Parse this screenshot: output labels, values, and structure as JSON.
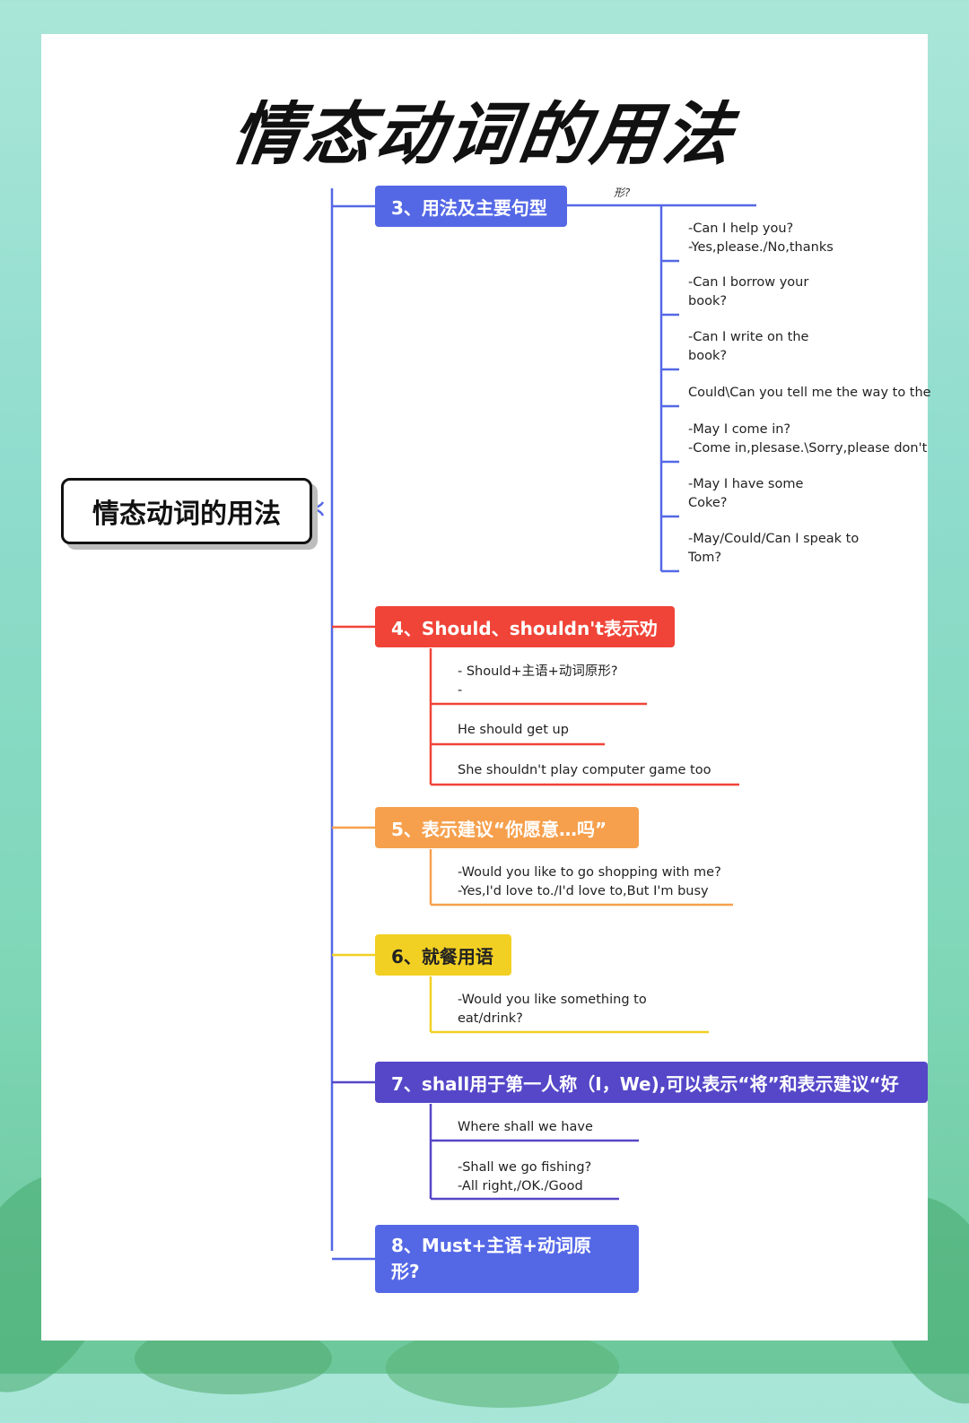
{
  "title": "情态动词的用法",
  "root_label": "情态动词的用法",
  "colors": {
    "blue": "#5468e6",
    "red": "#f04438",
    "orange": "#f6a04d",
    "yellow": "#f2d023",
    "indigo": "#5547c8",
    "root_border": "#111111"
  },
  "branches": [
    {
      "label": "3、用法及主要句型",
      "top_fragment": "形?",
      "items": [
        "-Can I help you?\n-Yes,please./No,thanks",
        "-Can I borrow your\nbook?",
        "-Can I write on the\nbook?",
        "Could\\Can you tell me the way to the",
        "-May I come in?\n-Come in,plesase.\\Sorry,please don't",
        "-May I have some\nCoke?",
        "-May/Could/Can I speak to\nTom?"
      ]
    },
    {
      "label": "4、Should、shouldn't表示劝",
      "items": [
        "- Should+主语+动词原形?\n-",
        "He should get up",
        "She shouldn't play computer game too"
      ]
    },
    {
      "label": "5、表示建议“你愿意…吗”",
      "items": [
        "-Would you like to go shopping with me?\n-Yes,I'd love to./I'd love to,But I'm busy"
      ]
    },
    {
      "label": "6、就餐用语",
      "items": [
        "-Would you like something to\neat/drink?"
      ]
    },
    {
      "label": "7、shall用于第一人称（I，We),可以表示“将”和表示建议“好",
      "items": [
        "Where shall we have",
        "-Shall we go fishing?\n-All right,/OK./Good"
      ]
    },
    {
      "label": "8、Must+主语+动词原\n形?"
    }
  ]
}
